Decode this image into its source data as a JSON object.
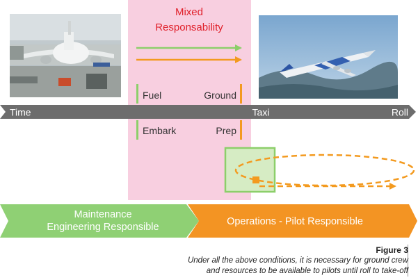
{
  "mixed_zone": {
    "title_line1": "Mixed",
    "title_line2": "Responsability"
  },
  "timeline": {
    "start_label": "Time",
    "mid_label": "Taxi",
    "end_label": "Roll"
  },
  "tasks": {
    "fuel": "Fuel",
    "ground": "Ground",
    "embark": "Embark",
    "prep": "Prep"
  },
  "bands": {
    "maintenance_line1": "Maintenance",
    "maintenance_line2": "Engineering Responsible",
    "operations": "Operations - Pilot Responsible"
  },
  "figure": {
    "title": "Figure 3",
    "caption_line1": "Under all the above conditions, it is necessary for ground crew",
    "caption_line2": "and resources to be available to pilots until roll to take-off"
  },
  "photos": {
    "left": "aircraft-at-gate-photo",
    "right": "aircraft-takeoff-photo"
  },
  "colors": {
    "mixed_zone": "#f8cfe0",
    "mixed_title": "#e0202a",
    "green": "#8ccf6a",
    "orange": "#f39a1f",
    "timeline": "#6d6d6d",
    "band_green": "#8fd074",
    "band_orange": "#f39423"
  }
}
